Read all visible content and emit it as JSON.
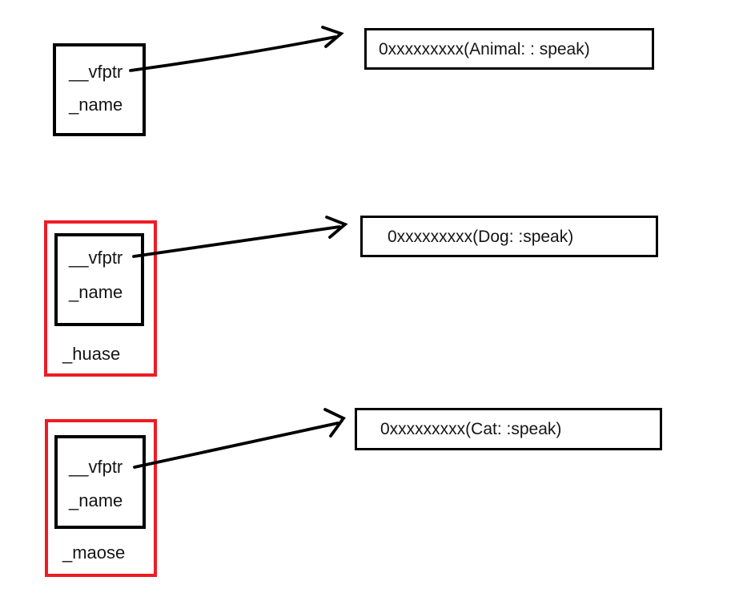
{
  "colors": {
    "outline": "#000000",
    "derived_outline": "#ed1c24",
    "background": "#ffffff"
  },
  "rows": [
    {
      "object": "animal",
      "vfptr_label": "__vfptr",
      "name_label": "_name",
      "vtable_entry": "0xxxxxxxxx(Animal: : speak)"
    },
    {
      "object": "dog",
      "vfptr_label": "__vfptr",
      "name_label": "_name",
      "member_label": "_huase",
      "vtable_entry": "0xxxxxxxxx(Dog: :speak)"
    },
    {
      "object": "cat",
      "vfptr_label": "__vfptr",
      "name_label": "_name",
      "member_label": "_maose",
      "vtable_entry": "0xxxxxxxxx(Cat: :speak)"
    }
  ]
}
